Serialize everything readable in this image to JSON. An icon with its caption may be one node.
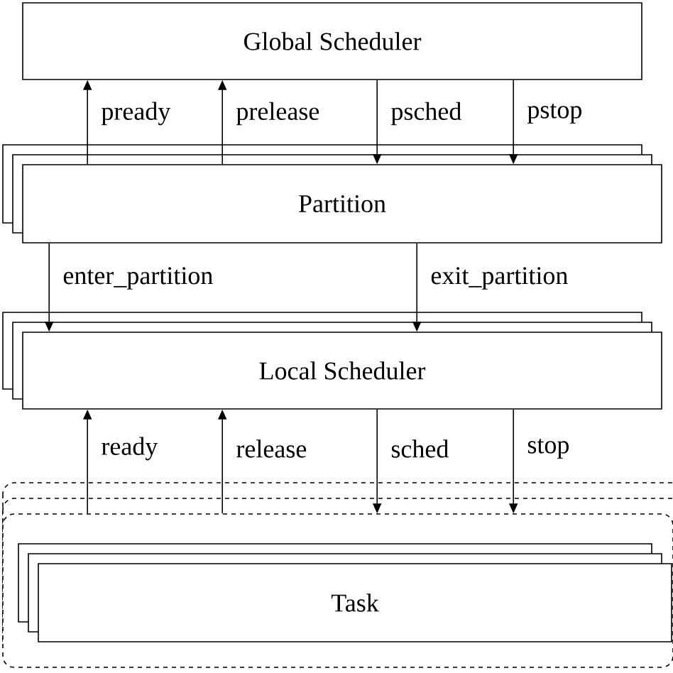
{
  "diagram": {
    "nodes": [
      {
        "text": [
          "Global Scheduler"
        ]
      },
      {
        "text": [
          "Partition"
        ]
      },
      {
        "text": [
          "Local Scheduler"
        ]
      },
      {
        "text": [],
        "shape": "box"
      },
      {
        "text": [
          "Task"
        ],
        "in": 3
      }
    ],
    "edges": [
      {
        "from": 1,
        "to": 0,
        "arrow": "to",
        "label": "pready"
      },
      {
        "from": 1,
        "to": 0,
        "arrow": "to",
        "label": "prelease"
      },
      {
        "from": 0,
        "to": 1,
        "arrow": "to",
        "label": "psched"
      },
      {
        "from": 0,
        "to": 1,
        "arrow": "to",
        "label": "pstop"
      },
      {
        "from": 1,
        "to": 2,
        "arrow": "to",
        "label": "enter_partition"
      },
      {
        "from": 1,
        "to": 2,
        "arrow": "to",
        "label": "exit_partition"
      },
      {
        "from": 3,
        "to": 2,
        "arrow": "to",
        "label": "ready"
      },
      {
        "from": 3,
        "to": 2,
        "arrow": "to",
        "label": "release"
      },
      {
        "from": 2,
        "to": 3,
        "arrow": "to",
        "label": "sched"
      },
      {
        "from": 2,
        "to": 3,
        "arrow": "to",
        "label": "stop"
      }
    ]
  }
}
